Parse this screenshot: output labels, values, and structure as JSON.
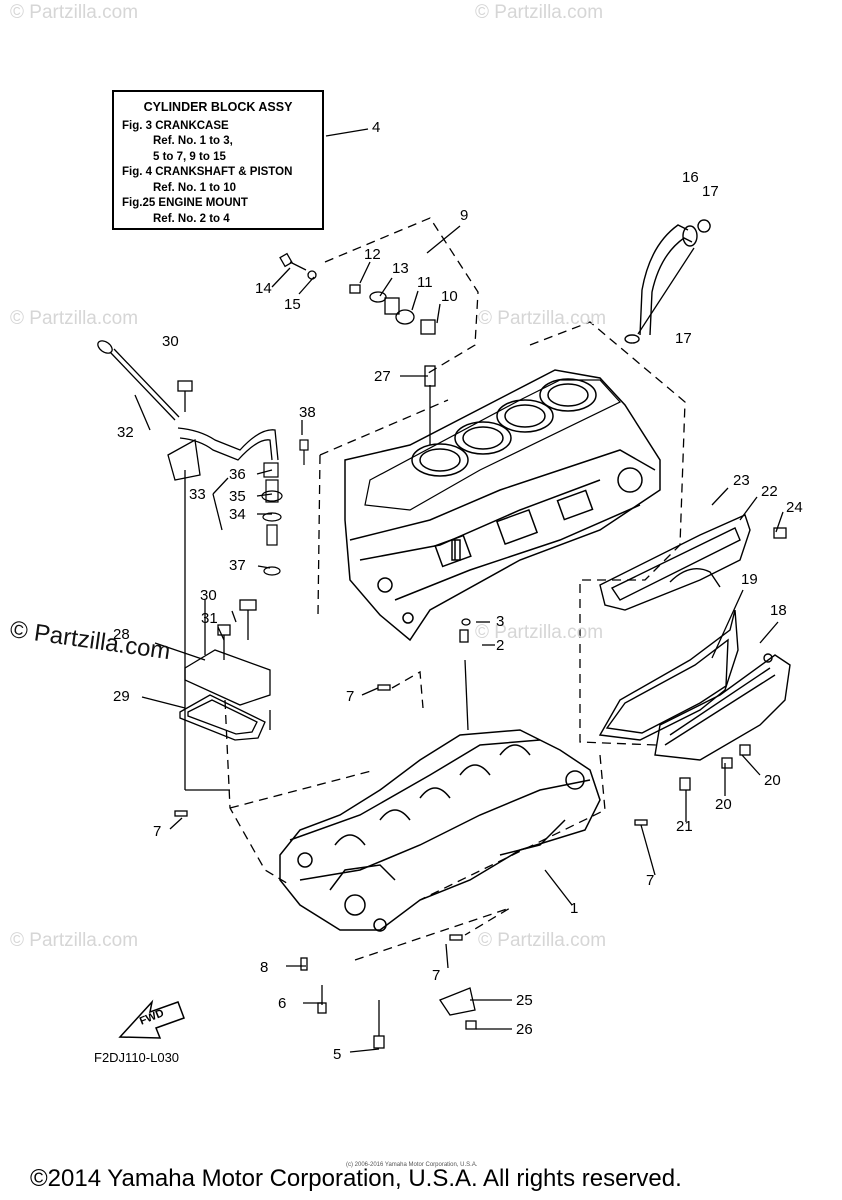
{
  "watermark": "© Partzilla.com",
  "watermark_overlay": "© Partzilla.com",
  "assy_box": {
    "title": "CYLINDER BLOCK ASSY",
    "lines": [
      "Fig.  3 CRANKCASE",
      "Ref. No. 1 to 3,",
      "5 to 7, 9 to 15",
      "Fig.  4 CRANKSHAFT & PISTON",
      "Ref. No. 1 to 10",
      "Fig.25 ENGINE MOUNT",
      "Ref. No. 2 to 4"
    ]
  },
  "callouts": [
    "4",
    "16",
    "17",
    "9",
    "12",
    "13",
    "11",
    "10",
    "14",
    "15",
    "17",
    "30",
    "27",
    "32",
    "38",
    "36",
    "33",
    "35",
    "34",
    "37",
    "23",
    "22",
    "24",
    "19",
    "30",
    "31",
    "28",
    "3",
    "2",
    "18",
    "7",
    "29",
    "20",
    "20",
    "21",
    "7",
    "7",
    "1",
    "8",
    "7",
    "25",
    "6",
    "26",
    "5"
  ],
  "fwd_label": "FWD",
  "drawing_code": "F2DJ110-L030",
  "fineprint": "(c) 2006-2016 Yamaha Motor Corporation, U.S.A.",
  "copyright": "©2014 Yamaha Motor Corporation, U.S.A. All rights reserved."
}
